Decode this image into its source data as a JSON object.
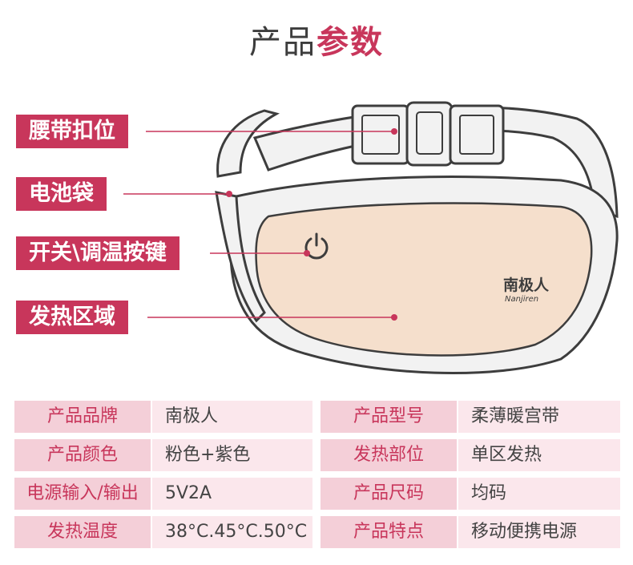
{
  "title": {
    "light": "产品",
    "bold": "参数"
  },
  "callouts": [
    {
      "label": "腰带扣位"
    },
    {
      "label": "电池袋"
    },
    {
      "label": "开关\\调温按键"
    },
    {
      "label": "发热区域"
    }
  ],
  "product": {
    "brand_cn": "南极人",
    "brand_en": "Nanjiren"
  },
  "colors": {
    "accent": "#c8365b",
    "heat_area": "#f5dfcc",
    "key_bg": "#f4cfd8",
    "val_bg": "#fbe7ec",
    "belt_fill": "#f2f2f2",
    "outline": "#3d3d3d"
  },
  "specs": [
    {
      "k1": "产品品牌",
      "v1": "南极人",
      "k2": "产品型号",
      "v2": "柔薄暖宫带"
    },
    {
      "k1": "产品颜色",
      "v1": "粉色+紫色",
      "k2": "发热部位",
      "v2": "单区发热"
    },
    {
      "k1": "电源输入/输出",
      "v1": "5V2A",
      "k2": "产品尺码",
      "v2": "均码"
    },
    {
      "k1": "发热温度",
      "v1": "38°C.45°C.50°C",
      "k2": "产品特点",
      "v2": "移动便携电源"
    }
  ]
}
